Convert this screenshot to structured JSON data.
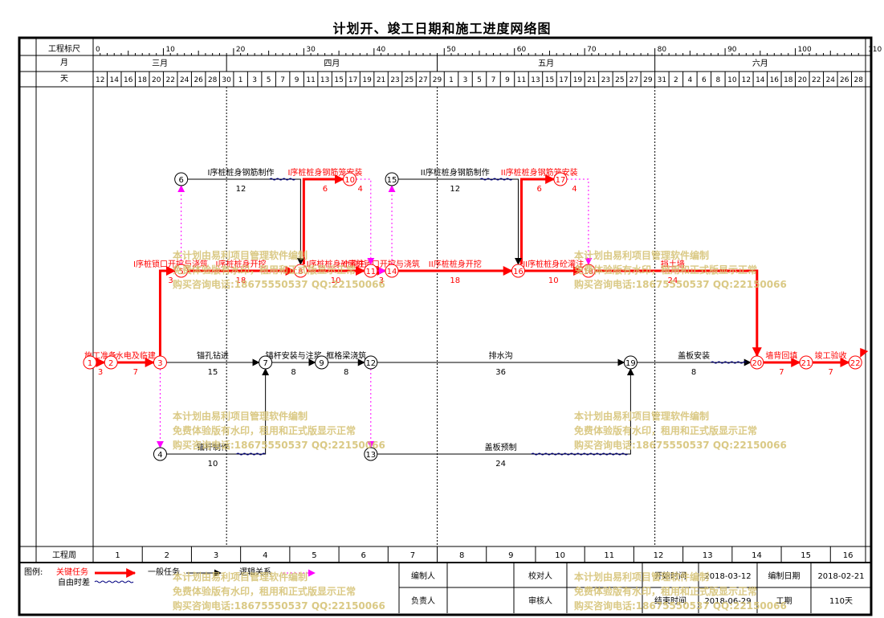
{
  "title": "计划开、竣工日期和施工进度网络图",
  "header": {
    "scale_label": "工程标尺",
    "month_label": "月",
    "day_label": "天",
    "week_label": "工程周",
    "scale_ticks": [
      "0",
      "10",
      "20",
      "30",
      "40",
      "50",
      "60",
      "70",
      "80",
      "90",
      "100",
      "110"
    ],
    "months": [
      "三月",
      "四月",
      "五月",
      "六月"
    ],
    "days": [
      "12",
      "14",
      "16",
      "18",
      "20",
      "22",
      "24",
      "26",
      "28",
      "30",
      "1",
      "3",
      "5",
      "7",
      "9",
      "11",
      "13",
      "15",
      "17",
      "19",
      "21",
      "23",
      "25",
      "27",
      "29",
      "1",
      "3",
      "5",
      "7",
      "9",
      "11",
      "13",
      "15",
      "17",
      "19",
      "21",
      "23",
      "25",
      "27",
      "29",
      "31",
      "2",
      "4",
      "6",
      "8",
      "10",
      "12",
      "14",
      "16",
      "18",
      "20",
      "22",
      "24",
      "26",
      "28"
    ],
    "weeks": [
      "1",
      "2",
      "3",
      "4",
      "5",
      "6",
      "7",
      "8",
      "9",
      "10",
      "11",
      "12",
      "13",
      "14",
      "15",
      "16"
    ]
  },
  "nodes": [
    {
      "id": "1",
      "t": 0,
      "lane": "main",
      "critical": true
    },
    {
      "id": "2",
      "t": 1.5,
      "lane": "main",
      "critical": true
    },
    {
      "id": "3",
      "t": 5,
      "lane": "main",
      "critical": true
    },
    {
      "id": "4",
      "t": 5,
      "lane": "low",
      "critical": false
    },
    {
      "id": "5",
      "t": 6.5,
      "lane": "mid",
      "critical": true
    },
    {
      "id": "6",
      "t": 6.5,
      "lane": "top",
      "critical": false
    },
    {
      "id": "7",
      "t": 12.5,
      "lane": "main",
      "critical": false
    },
    {
      "id": "8",
      "t": 15,
      "lane": "mid",
      "critical": true
    },
    {
      "id": "9",
      "t": 16.5,
      "lane": "main",
      "critical": false
    },
    {
      "id": "10",
      "t": 18.5,
      "lane": "top",
      "critical": true
    },
    {
      "id": "11",
      "t": 20,
      "lane": "mid",
      "critical": true
    },
    {
      "id": "12",
      "t": 20,
      "lane": "main",
      "critical": false
    },
    {
      "id": "13",
      "t": 20,
      "lane": "low",
      "critical": false
    },
    {
      "id": "14",
      "t": 21.5,
      "lane": "mid",
      "critical": true
    },
    {
      "id": "15",
      "t": 21.5,
      "lane": "top",
      "critical": false
    },
    {
      "id": "16",
      "t": 30.5,
      "lane": "mid",
      "critical": true
    },
    {
      "id": "17",
      "t": 33.5,
      "lane": "top",
      "critical": true
    },
    {
      "id": "18",
      "t": 35.5,
      "lane": "mid",
      "critical": true
    },
    {
      "id": "19",
      "t": 38.5,
      "lane": "main",
      "critical": false
    },
    {
      "id": "20",
      "t": 47.5,
      "lane": "main",
      "critical": true
    },
    {
      "id": "21",
      "t": 51,
      "lane": "main",
      "critical": true
    },
    {
      "id": "22",
      "t": 54.5,
      "lane": "main",
      "critical": true
    }
  ],
  "activities": [
    {
      "from": "1",
      "to": "2",
      "type": "critical",
      "name": "施工准备",
      "duration": "3"
    },
    {
      "from": "2",
      "to": "3",
      "type": "critical",
      "name": "水电及临建",
      "duration": "7"
    },
    {
      "from": "3",
      "to": "5",
      "type": "critical",
      "name": "I序桩锁口开挖与浇筑",
      "duration": "3"
    },
    {
      "from": "5",
      "to": "8",
      "type": "critical",
      "name": "I序桩桩身开挖",
      "duration": "18"
    },
    {
      "from": "8",
      "to": "10",
      "type": "critical",
      "name": "I序桩桩身钢筋笼安装",
      "duration": "6"
    },
    {
      "from": "8",
      "to": "11",
      "type": "critical",
      "name": "I序桩桩身砼灌注",
      "duration": "10"
    },
    {
      "from": "11",
      "to": "14",
      "type": "critical",
      "name": "II序桩锁口开挖与浇筑",
      "duration": "3"
    },
    {
      "from": "14",
      "to": "16",
      "type": "critical",
      "name": "II序桩桩身开挖",
      "duration": "18"
    },
    {
      "from": "16",
      "to": "17",
      "type": "critical",
      "name": "II序桩桩身钢筋笼安装",
      "duration": "6"
    },
    {
      "from": "16",
      "to": "18",
      "type": "critical",
      "name": "II序桩桩身砼灌注",
      "duration": "10"
    },
    {
      "from": "18",
      "to": "20",
      "type": "critical",
      "name": "挡土墙",
      "duration": "24"
    },
    {
      "from": "20",
      "to": "21",
      "type": "critical",
      "name": "墙背回填",
      "duration": "7"
    },
    {
      "from": "21",
      "to": "22",
      "type": "critical",
      "name": "竣工验收",
      "duration": "7"
    },
    {
      "from": "6",
      "to": "8",
      "type": "normal",
      "name": "I序桩桩身钢筋制作",
      "duration": "12"
    },
    {
      "from": "15",
      "to": "16",
      "type": "normal",
      "name": "II序桩桩身钢筋制作",
      "duration": "12"
    },
    {
      "from": "3",
      "to": "7",
      "type": "normal",
      "name": "锚孔钻进",
      "duration": "15"
    },
    {
      "from": "4",
      "to": "7",
      "type": "normal",
      "name": "锚杆制作",
      "duration": "10"
    },
    {
      "from": "7",
      "to": "9",
      "type": "normal",
      "name": "锚杆安装与注浆",
      "duration": "8"
    },
    {
      "from": "9",
      "to": "12",
      "type": "normal",
      "name": "框格梁浇筑",
      "duration": "8"
    },
    {
      "from": "12",
      "to": "19",
      "type": "normal",
      "name": "排水沟",
      "duration": "36"
    },
    {
      "from": "13",
      "to": "19",
      "type": "normal",
      "name": "盖板预制",
      "duration": "24"
    },
    {
      "from": "19",
      "to": "20",
      "type": "normal",
      "name": "盖板安装",
      "duration": "8"
    },
    {
      "from": "5",
      "to": "6",
      "type": "logic"
    },
    {
      "from": "3",
      "to": "4",
      "type": "logic"
    },
    {
      "from": "10",
      "to": "11",
      "type": "logic",
      "duration": "4"
    },
    {
      "from": "11",
      "to": "14",
      "type": "logic"
    },
    {
      "from": "14",
      "to": "15",
      "type": "logic"
    },
    {
      "from": "12",
      "to": "13",
      "type": "logic"
    },
    {
      "from": "17",
      "to": "18",
      "type": "logic",
      "duration": "4"
    }
  ],
  "legend": {
    "label": "图例:",
    "critical": "关键任务",
    "normal": "一般任务",
    "logic": "逻辑关系",
    "float": "自由时差"
  },
  "footer": {
    "compiler_label": "编制人",
    "compiler_value": "",
    "reviewer_label": "校对人",
    "reviewer_value": "",
    "responsible_label": "负责人",
    "responsible_value": "",
    "auditor_label": "审核人",
    "auditor_value": "",
    "start_label": "开始时间",
    "start_value": "2018-03-12",
    "end_label": "结束时间",
    "end_value": "2018-06-29",
    "date_label": "编制日期",
    "date_value": "2018-02-21",
    "period_label": "工期",
    "period_value": "110天"
  },
  "watermark": {
    "line1": "本计划由易利项目管理软件编制",
    "line2": "免费体验版有水印，租用和正式版显示正常",
    "line3": "购买咨询电话:18675550537 QQ:22150066"
  },
  "colors": {
    "critical": "#ff0000",
    "normal": "#000000",
    "logic": "#ff00ff",
    "float": "#000080",
    "watermark": "#d4c070"
  }
}
